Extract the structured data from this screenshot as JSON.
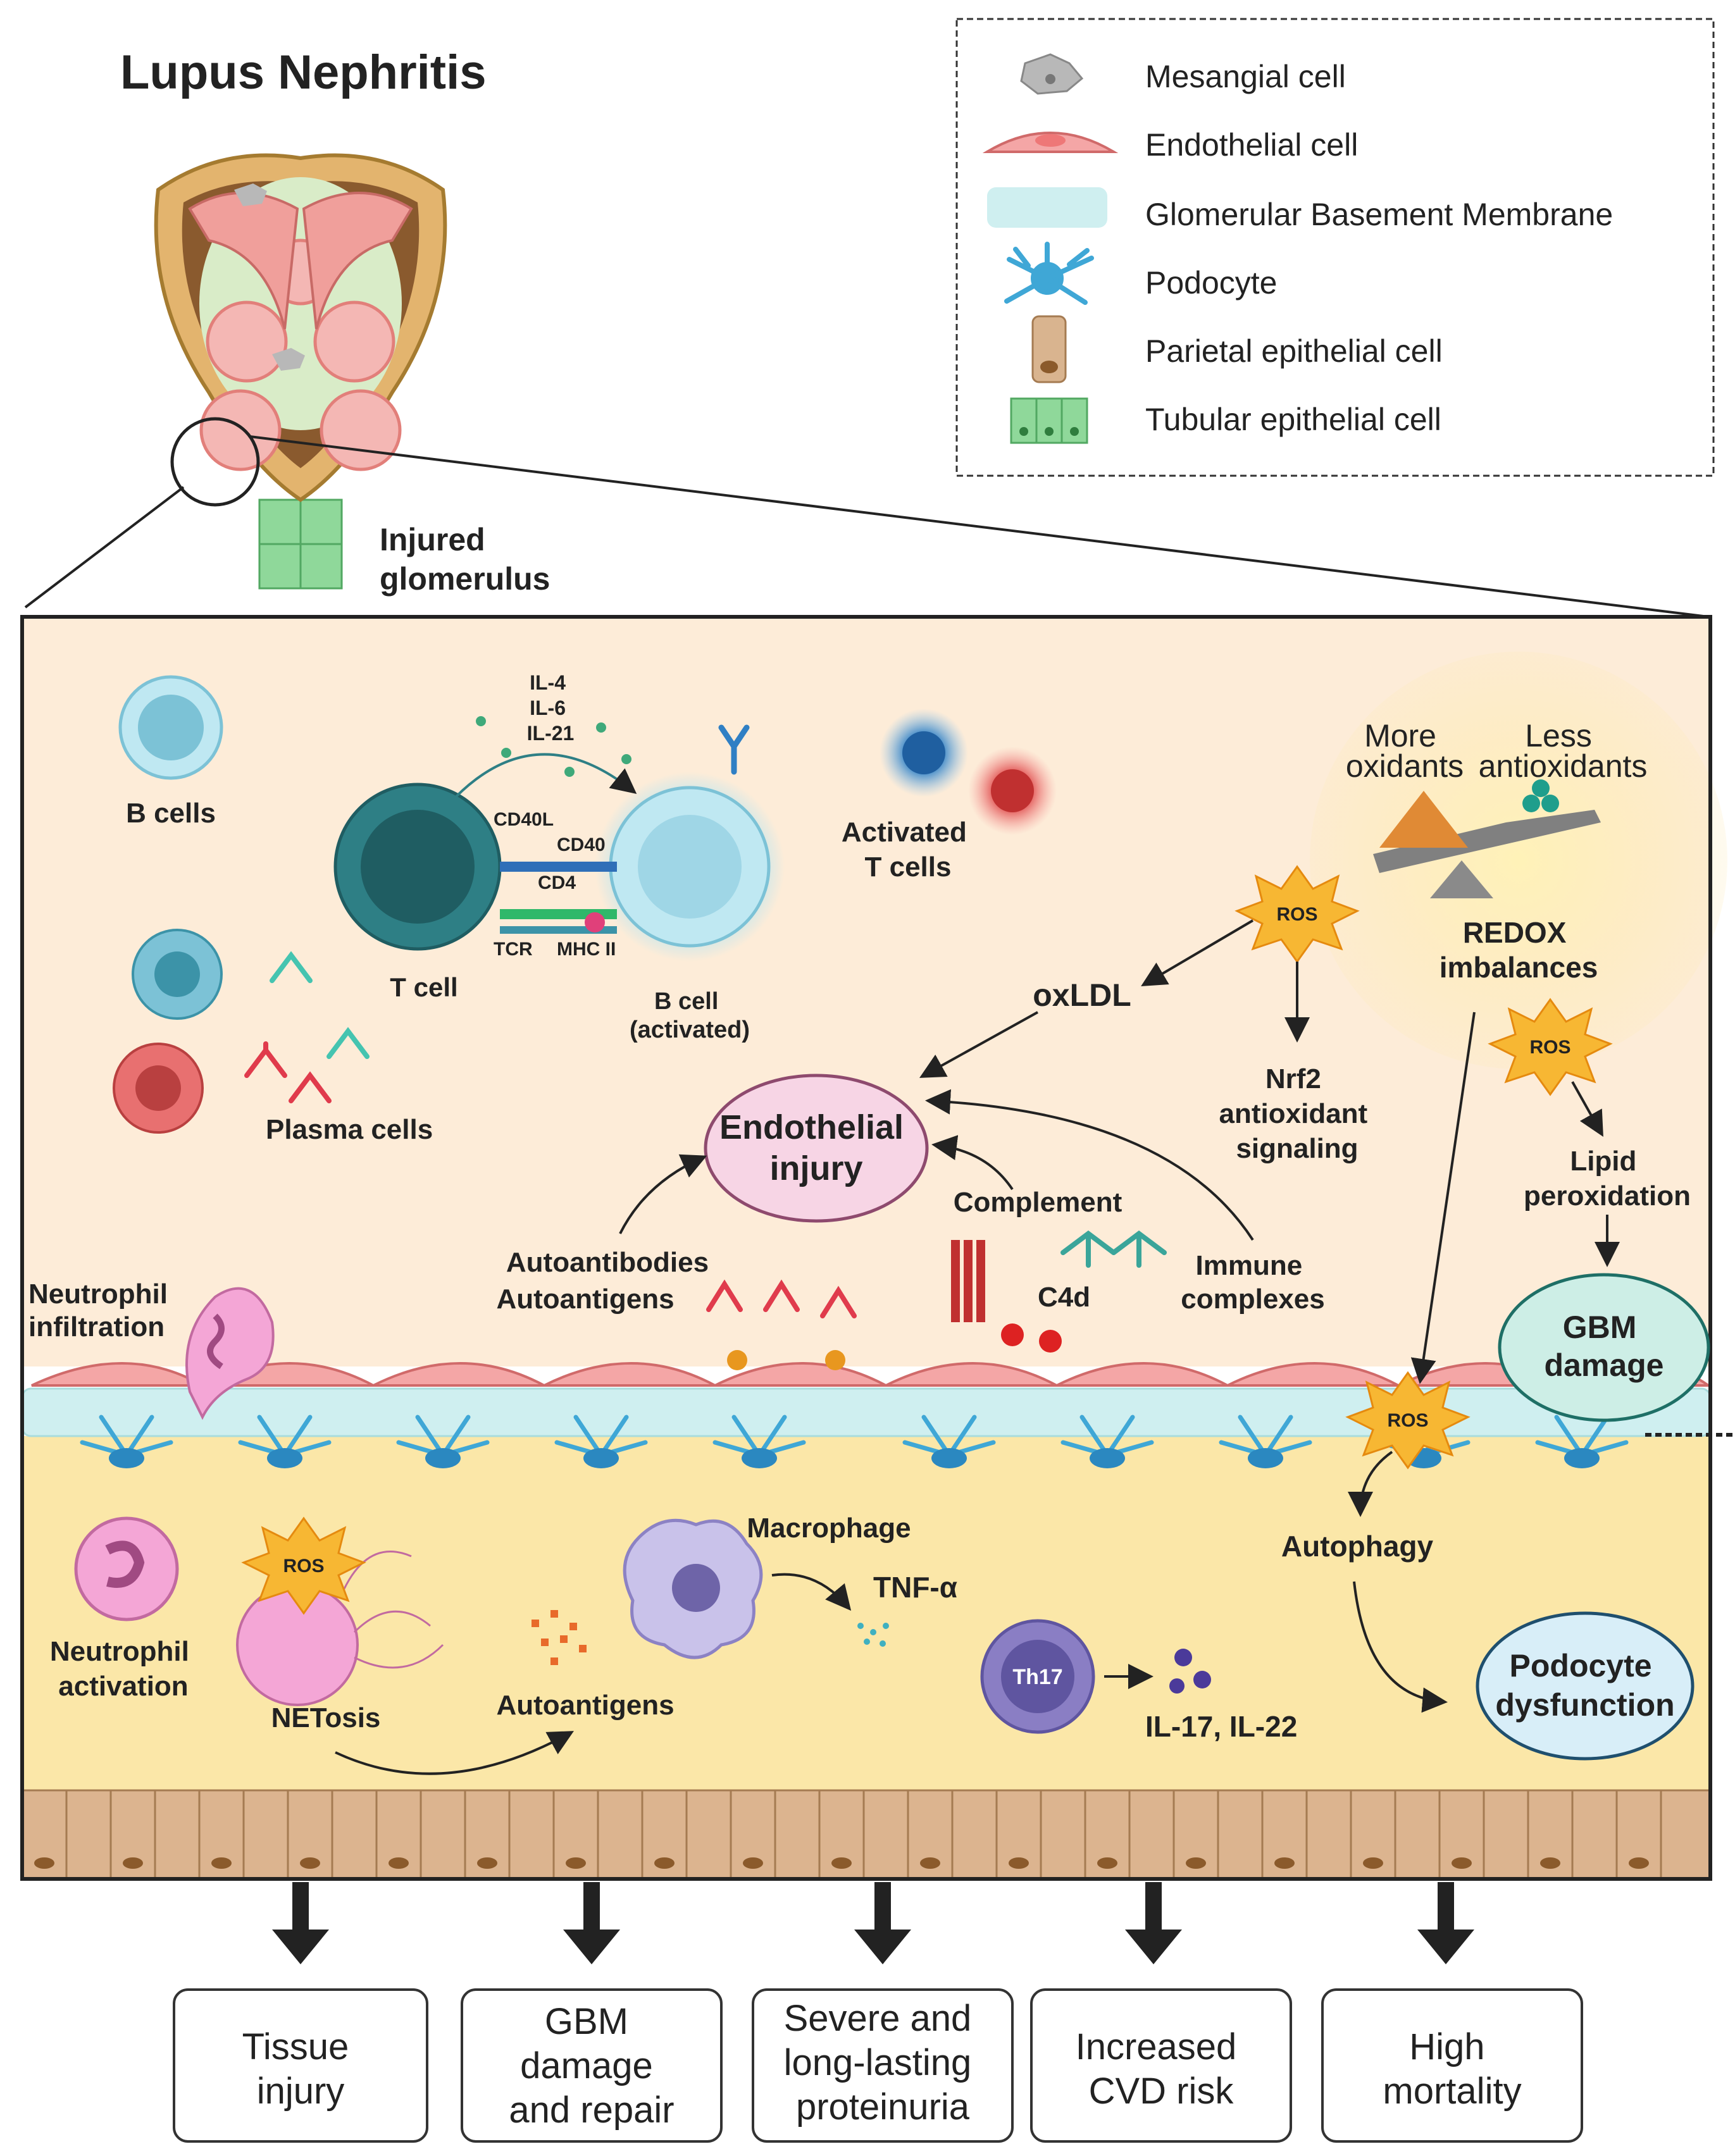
{
  "title": "Lupus Nephritis",
  "glomerulus_label": [
    "Injured",
    "glomerulus"
  ],
  "legend": [
    {
      "label": "Mesangial cell",
      "icon": "mesangial-cell-icon",
      "color": "#b8b8b8"
    },
    {
      "label": "Endothelial cell",
      "icon": "endothelial-cell-icon",
      "color": "#f4a6a6"
    },
    {
      "label": "Glomerular Basement Membrane",
      "icon": "gbm-icon",
      "color": "#cfeff0"
    },
    {
      "label": "Podocyte",
      "icon": "podocyte-icon",
      "color": "#3fa7d6"
    },
    {
      "label": "Parietal epithelial cell",
      "icon": "parietal-cell-icon",
      "color": "#d9b48f"
    },
    {
      "label": "Tubular epithelial cell",
      "icon": "tubular-cell-icon",
      "color": "#8fd89a"
    }
  ],
  "upper": {
    "b_cells": "B cells",
    "cytokines": [
      "IL-4",
      "IL-6",
      "IL-21"
    ],
    "cd40l": "CD40L",
    "cd40": "CD40",
    "cd4": "CD4",
    "tcr": "TCR",
    "mhc2": "MHC II",
    "t_cell": "T cell",
    "b_cell_activated": [
      "B cell",
      "(activated)"
    ],
    "activated_t_cells": [
      "Activated",
      "T cells"
    ],
    "plasma_cells": "Plasma cells",
    "more_oxidants": [
      "More",
      "oxidants"
    ],
    "less_antioxidants": [
      "Less",
      "antioxidants"
    ],
    "redox": [
      "REDOX",
      "imbalances"
    ],
    "ros": "ROS",
    "oxldl": "oxLDL",
    "nrf2": [
      "Nrf2",
      "antioxidant",
      "signaling"
    ],
    "endothelial_injury": [
      "Endothelial",
      "injury"
    ],
    "complement": "Complement",
    "c4d": "C4d",
    "immune_complexes": [
      "Immune",
      "complexes"
    ],
    "autoantibodies": "Autoantibodies",
    "autoantigens": "Autoantigens",
    "neutrophil_infiltration": [
      "Neutrophil",
      "infiltration"
    ],
    "lipid_peroxidation": [
      "Lipid",
      "peroxidation"
    ],
    "gbm_damage": [
      "GBM",
      "damage"
    ]
  },
  "lower": {
    "neutrophil_activation": [
      "Neutrophil",
      "activation"
    ],
    "netosis": "NETosis",
    "autoantigens": "Autoantigens",
    "macrophage": "Macrophage",
    "tnf": "TNF-α",
    "th17": "Th17",
    "il17": "IL-17, IL-22",
    "autophagy": "Autophagy",
    "podocyte_dysfunction": [
      "Podocyte",
      "dysfunction"
    ]
  },
  "outcomes": [
    [
      "Tissue",
      "injury"
    ],
    [
      "GBM",
      "damage",
      "and repair"
    ],
    [
      "Severe and",
      "long-lasting",
      "proteinuria"
    ],
    [
      "Increased",
      "CVD risk"
    ],
    [
      "High",
      "mortality"
    ]
  ]
}
